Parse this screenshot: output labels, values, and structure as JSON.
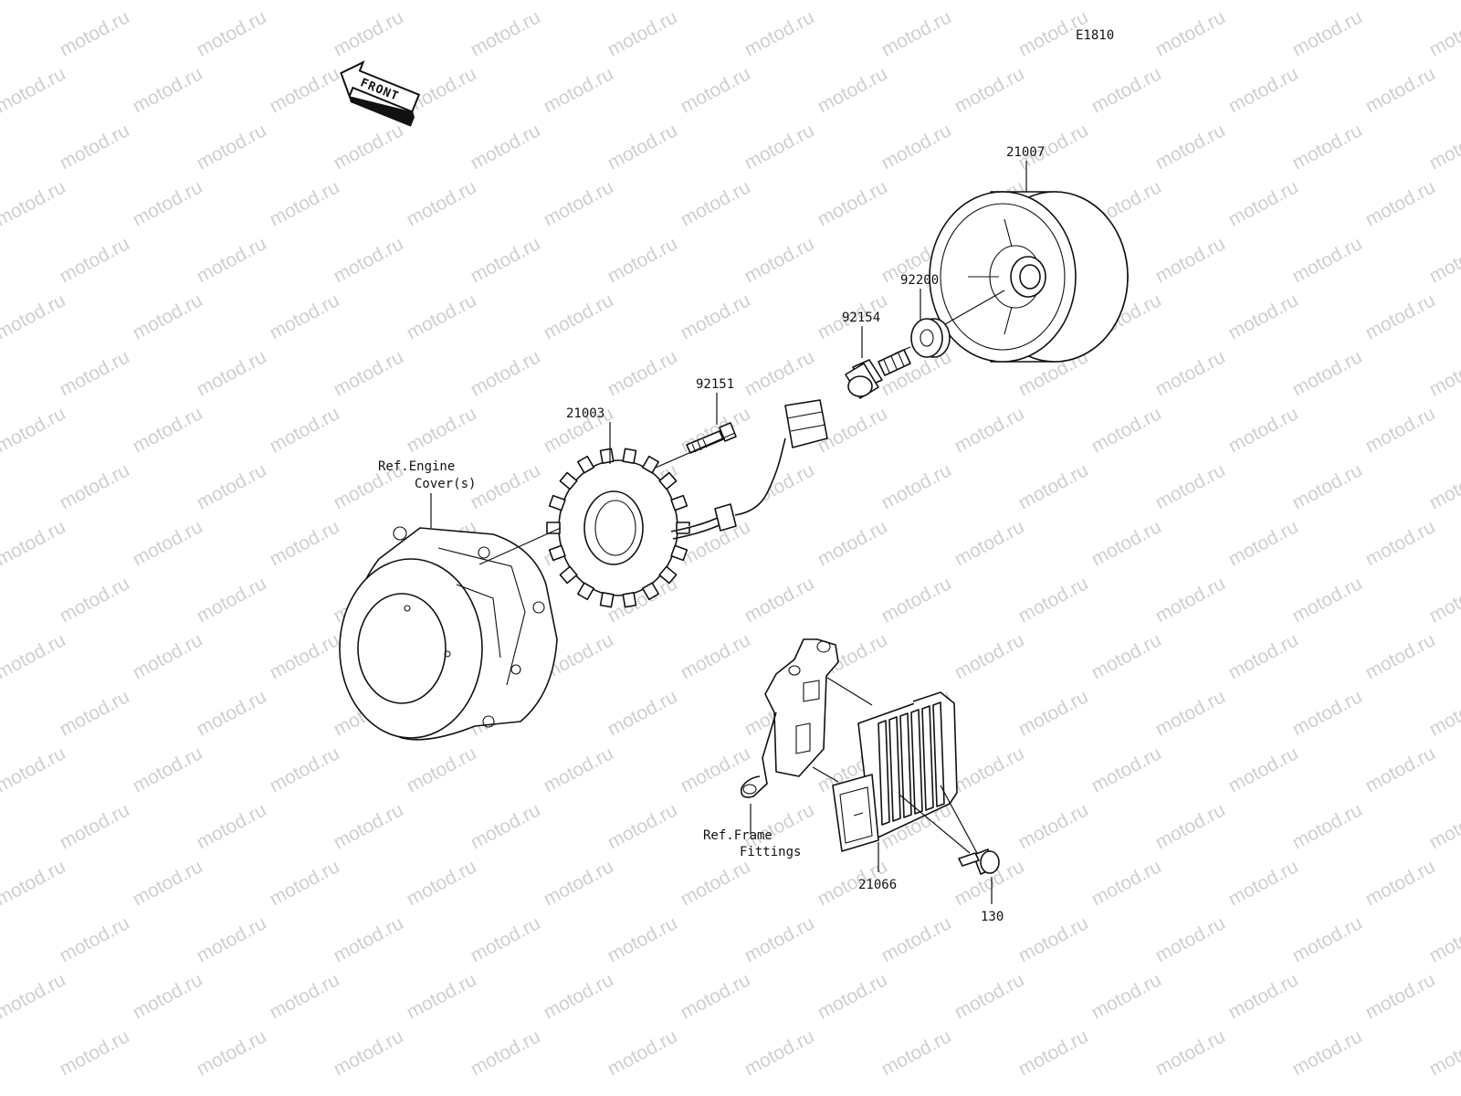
{
  "diagram": {
    "code": "E1810",
    "front_label": "FRONT",
    "watermark": "motod.ru",
    "parts": {
      "flywheel": "21007",
      "washer": "92200",
      "flywheel_bolt": "92154",
      "stator_bolt": "92151",
      "stator": "21003",
      "regulator": "21066",
      "regulator_bolt": "130"
    },
    "refs": {
      "engine_cover_line1": "Ref.Engine",
      "engine_cover_line2": "Cover(s)",
      "frame_fittings_line1": "Ref.Frame",
      "frame_fittings_line2": "Fittings"
    }
  }
}
